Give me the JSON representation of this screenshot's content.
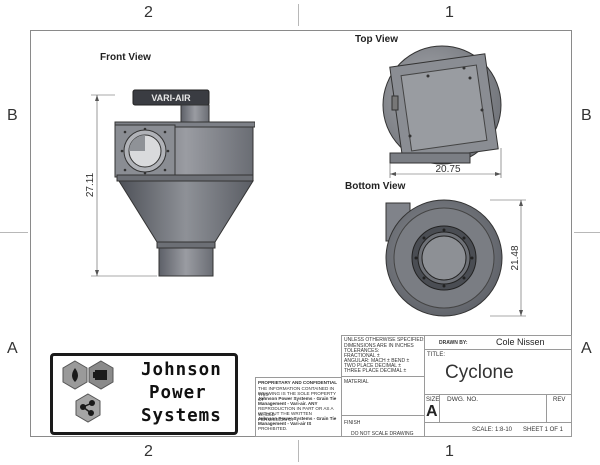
{
  "zones": {
    "top": [
      "2",
      "1"
    ],
    "bottom": [
      "2",
      "1"
    ],
    "left": [
      "B",
      "A"
    ],
    "right": [
      "B",
      "A"
    ]
  },
  "views": {
    "front_title": "Front View",
    "top_title": "Top View",
    "bottom_title": "Bottom View",
    "brand_plate": "VARI-AIR"
  },
  "dimensions": {
    "front_height": "27.11",
    "top_width": "20.75",
    "bottom_height": "21.48"
  },
  "logo": {
    "line1": "Johnson",
    "line2": "Power",
    "line3": "Systems"
  },
  "proprietary": {
    "heading": "PROPRIETARY AND CONFIDENTIAL",
    "l1": "THE INFORMATION CONTAINED IN THIS",
    "l2": "DRAWING IS THE SOLE PROPERTY OF",
    "l3": "Johnson Power Systems - Grain Tie",
    "l4": "Management - Vari-air. ANY",
    "l5": "REPRODUCTION IN PART OR AS A WHOLE",
    "l6": "WITHOUT THE WRITTEN PERMISSION OF",
    "l7": "Johnson Power Systems - Grain Tie",
    "l8": "Management - Vari-air IS",
    "l9": "PROHIBITED."
  },
  "tolerances": {
    "l1": "UNLESS OTHERWISE SPECIFIED:",
    "l2": "DIMENSIONS ARE IN INCHES",
    "l3": "TOLERANCES:",
    "l4": "FRACTIONAL ±",
    "l5": "ANGULAR: MACH ±   BEND ±",
    "l6": "TWO PLACE DECIMAL  ±",
    "l7": "THREE PLACE DECIMAL  ±"
  },
  "material_label": "MATERIAL",
  "finish_label": "FINISH",
  "no_scale": "DO NOT SCALE DRAWING",
  "title_block": {
    "drawn_by_label": "DRAWN BY:",
    "drawn_by": "Cole Nissen",
    "title_label": "TITLE:",
    "title": "Cyclone",
    "size_label": "SIZE",
    "size": "A",
    "dwg_label": "DWG. NO.",
    "rev_label": "REV",
    "scale": "SCALE: 1:8-10",
    "sheet": "SHEET 1 OF 1"
  }
}
